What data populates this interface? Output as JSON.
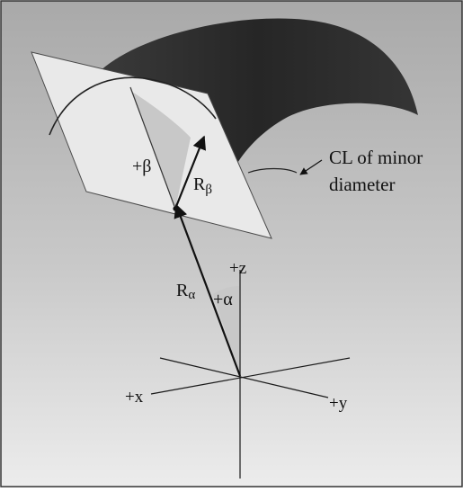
{
  "figure": {
    "labels": {
      "cl_line1": "CL of minor",
      "cl_line2": "diameter",
      "plus_beta": "+β",
      "r_beta_main": "R",
      "r_beta_sub": "β",
      "r_alpha_main": "R",
      "r_alpha_sub": "α",
      "plus_alpha": "+α",
      "plus_z": "+z",
      "plus_x": "+x",
      "plus_y": "+y"
    },
    "colors": {
      "background_top": "#a9a9a9",
      "background_bottom": "#ececec",
      "plane": "#e9e9e9",
      "surface": "#2e2e2e",
      "angle_wedge": "#c8c8c8",
      "lines": "#1a1a1a"
    }
  }
}
